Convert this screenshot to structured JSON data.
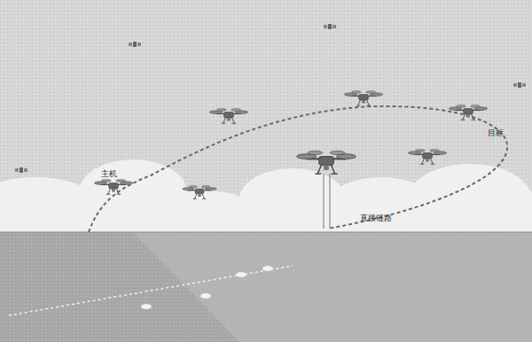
{
  "diagram": {
    "labels": [
      "主机",
      "目标",
      "直接链路"
    ]
  }
}
